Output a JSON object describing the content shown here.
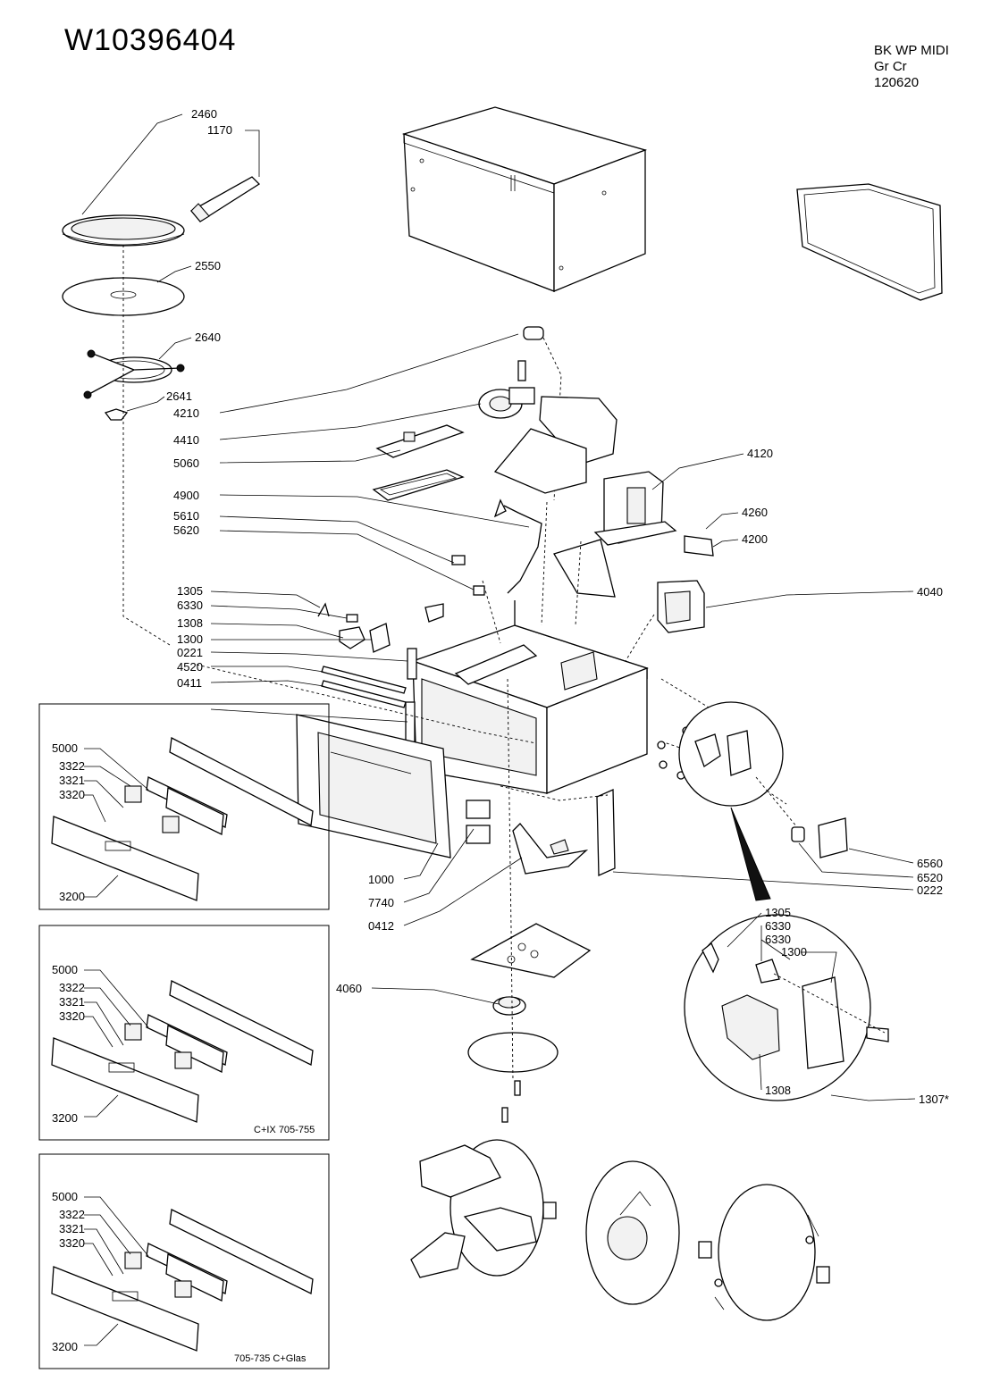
{
  "header": {
    "title": "W10396404",
    "info": [
      "BK WP MIDI",
      "Gr Cr",
      "120620"
    ]
  },
  "labels": {
    "l2460": "2460",
    "l1170": "1170",
    "l2550": "2550",
    "l2640": "2640",
    "l2641": "2641",
    "l4210": "4210",
    "l4410": "4410",
    "l5060": "5060",
    "l4900": "4900",
    "l5610": "5610",
    "l5620": "5620",
    "l1305": "1305",
    "l6330": "6330",
    "l1308": "1308",
    "l1300": "1300",
    "l0221": "0221",
    "l4520": "4520",
    "l0411": "0411",
    "l4120": "4120",
    "l4260": "4260",
    "l4200": "4200",
    "l4040": "4040",
    "l1000": "1000",
    "l7740": "7740",
    "l0412": "0412",
    "l6560": "6560",
    "l6520": "6520",
    "l0222": "0222",
    "l4060": "4060",
    "d1305": "1305",
    "d6330a": "6330",
    "d6330b": "6330",
    "d1300": "1300",
    "d1308": "1308",
    "d1307": "1307*"
  },
  "panels": [
    {
      "l5000": "5000",
      "l3322": "3322",
      "l3321": "3321",
      "l3320": "3320",
      "l3200": "3200",
      "caption": ""
    },
    {
      "l5000": "5000",
      "l3322": "3322",
      "l3321": "3321",
      "l3320": "3320",
      "l3200": "3200",
      "caption": "C+IX 705-755"
    },
    {
      "l5000": "5000",
      "l3322": "3322",
      "l3321": "3321",
      "l3320": "3320",
      "l3200": "3200",
      "caption": "705-735 C+Glas"
    }
  ]
}
